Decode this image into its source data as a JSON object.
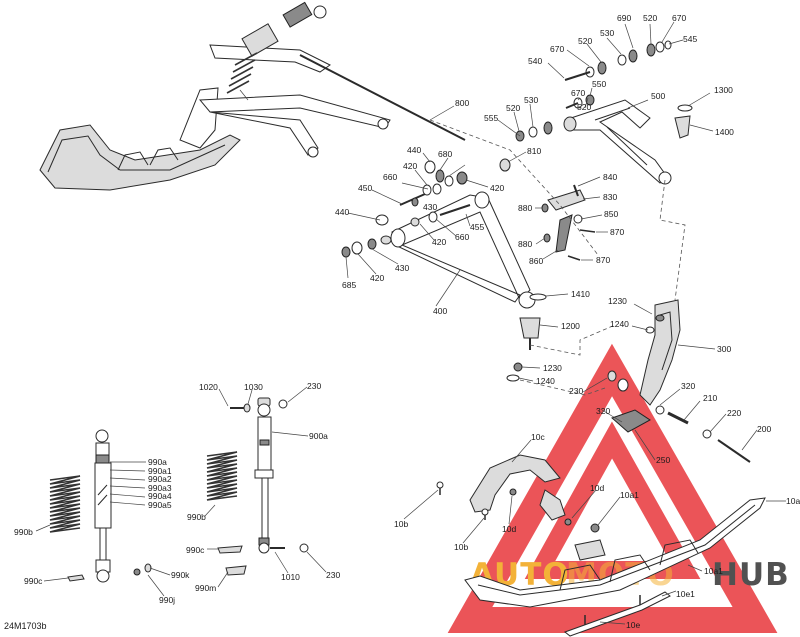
{
  "doc_id": "24M1703b",
  "watermark": {
    "part1": "AUTO",
    "part2": "MOTO",
    "part3": "HUB",
    "color_red": "#e8373b",
    "color_orange": "#f2a516",
    "color_dark": "#333333"
  },
  "labels": {
    "l800": "800",
    "l690": "690",
    "l520a": "520",
    "l670a": "670",
    "l530a": "530",
    "l545": "545",
    "l670b": "670",
    "l520b": "520",
    "l540": "540",
    "l550": "550",
    "l670c": "670",
    "l520c": "520",
    "l530b": "530",
    "l520d": "520",
    "l555": "555",
    "l500": "500",
    "l1300": "1300",
    "l1400": "1400",
    "l810": "810",
    "l440a": "440",
    "l680": "680",
    "l420a": "420",
    "l660a": "660",
    "l420b": "420",
    "l450": "450",
    "l430a": "430",
    "l840": "840",
    "l830": "830",
    "l880a": "880",
    "l850": "850",
    "l440b": "440",
    "l455": "455",
    "l870a": "870",
    "l420c": "420",
    "l660b": "660",
    "l880b": "880",
    "l860": "860",
    "l870b": "870",
    "l685": "685",
    "l420d": "420",
    "l430b": "430",
    "l400": "400",
    "l1410": "1410",
    "l1230a": "1230",
    "l1240a": "1240",
    "l1200": "1200",
    "l300": "300",
    "l1230b": "1230",
    "l1240b": "1240",
    "l1020": "1020",
    "l1030": "1030",
    "l230a": "230",
    "l900a": "900a",
    "l990a": "990a",
    "l990a1": "990a1",
    "l990a2": "990a2",
    "l990a3": "990a3",
    "l990a4": "990a4",
    "l990a5": "990a5",
    "l990b1": "990b",
    "l990b2": "990b",
    "l990c1": "990c",
    "l990c2": "990c",
    "l990k": "990k",
    "l990j": "990j",
    "l990m": "990m",
    "l1010": "1010",
    "l230b": "230",
    "l230c": "230",
    "l320a": "320",
    "l320b": "320",
    "l210": "210",
    "l220": "220",
    "l200": "200",
    "l250": "250",
    "l10c": "10c",
    "l10d1": "10d",
    "l10a1": "10a1",
    "l10a": "10a",
    "l10b1": "10b",
    "l10b2": "10b",
    "l10d2": "10d",
    "l10e1": "10e1",
    "l10e": "10e",
    "l10a1b": "10a1"
  }
}
